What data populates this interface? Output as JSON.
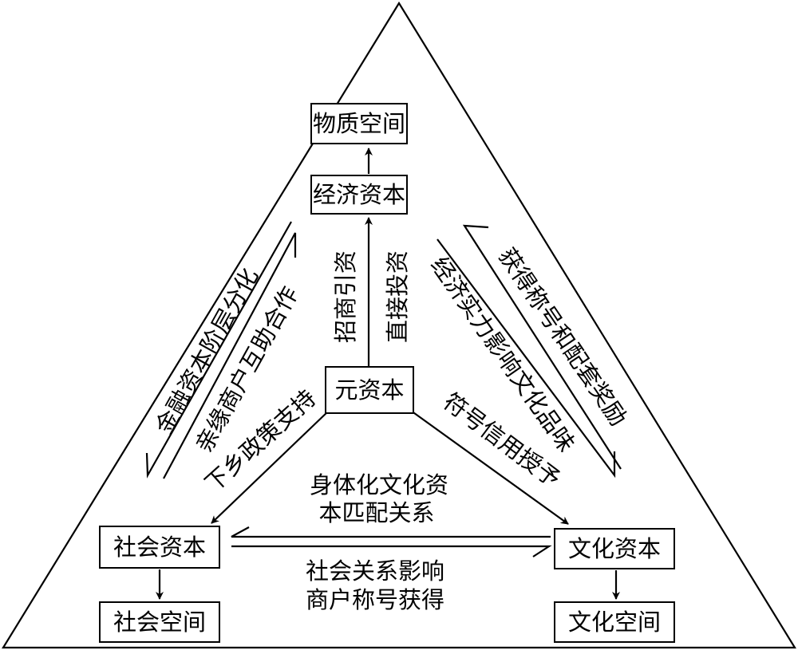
{
  "nodes": {
    "material_space": "物质空间",
    "economic_capital": "经济资本",
    "meta_capital": "元资本",
    "social_capital": "社会资本",
    "social_space": "社会空间",
    "cultural_capital": "文化资本",
    "cultural_space": "文化空间"
  },
  "edges": {
    "attract_investment": "招商引资",
    "direct_investment": "直接投资",
    "financial_stratification": "金融资本阶层分化",
    "kin_merchant_cooperation": "亲缘商户互助合作",
    "rural_policy_support": "下乡政策支持",
    "economic_influence_taste": "经济实力影响文化品味",
    "title_and_rewards": "获得称号和配套奖励",
    "symbolic_credit": "符号信用授予",
    "embodied_match_1": "身体化文化资",
    "embodied_match_2": "本匹配关系",
    "social_relation_1": "社会关系影响",
    "social_relation_2": "商户称号获得"
  }
}
